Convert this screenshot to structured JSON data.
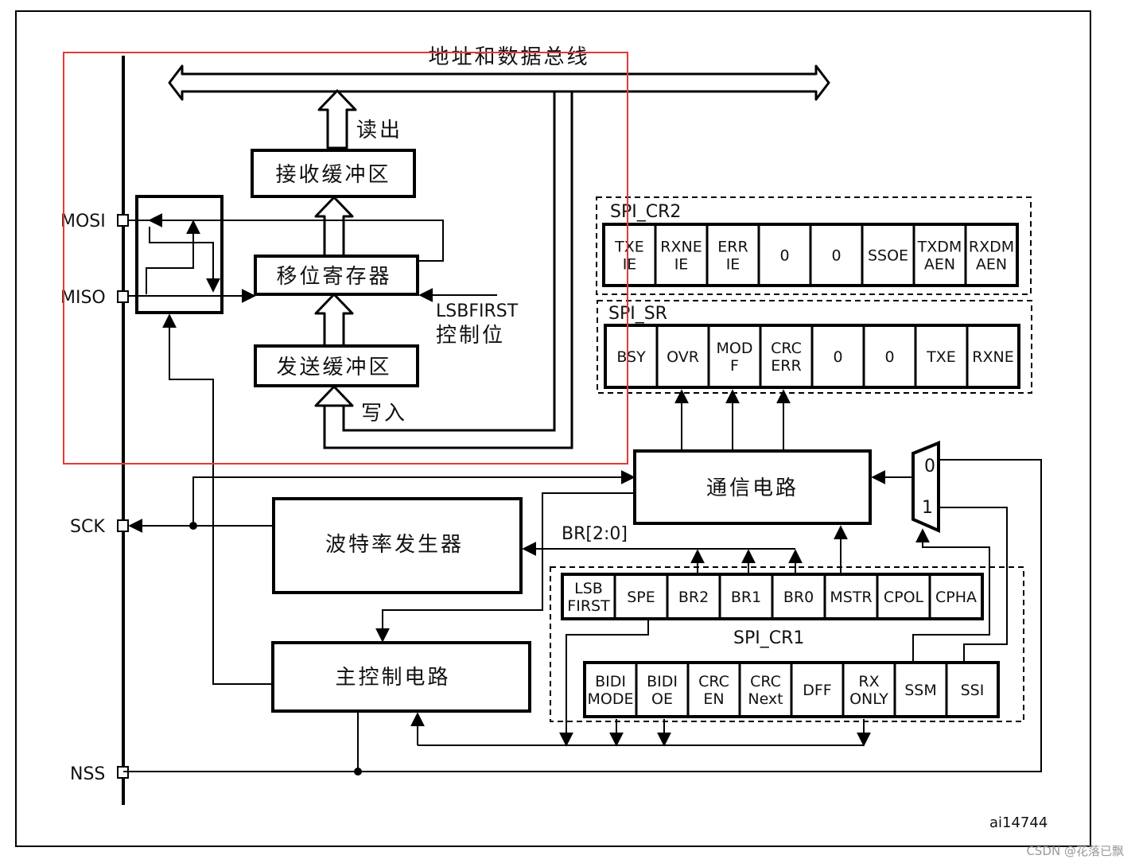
{
  "bus_label": "地址和数据总线",
  "read_label": "读出",
  "write_label": "写入",
  "rx_buffer": "接收缓冲区",
  "shift_register": "移位寄存器",
  "tx_buffer": "发送缓冲区",
  "lsbfirst_line1": "LSBFIRST",
  "lsbfirst_line2": "控制位",
  "pins": {
    "mosi": "MOSI",
    "miso": "MISO",
    "sck": "SCK",
    "nss": "NSS"
  },
  "comm_circuit": "通信电路",
  "baud_generator": "波特率发生器",
  "master_control": "主控制电路",
  "br_label": "BR[2:0]",
  "mux": {
    "in0": "0",
    "in1": "1"
  },
  "spi_cr2": {
    "name": "SPI_CR2",
    "bits": [
      [
        "TXE",
        "IE"
      ],
      [
        "RXNE",
        "IE"
      ],
      [
        "ERR",
        "IE"
      ],
      [
        "0"
      ],
      [
        "0"
      ],
      [
        "SSOE"
      ],
      [
        "TXDM",
        "AEN"
      ],
      [
        "RXDM",
        "AEN"
      ]
    ]
  },
  "spi_sr": {
    "name": "SPI_SR",
    "bits": [
      [
        "BSY"
      ],
      [
        "OVR"
      ],
      [
        "MOD",
        "F"
      ],
      [
        "CRC",
        "ERR"
      ],
      [
        "0"
      ],
      [
        "0"
      ],
      [
        "TXE"
      ],
      [
        "RXNE"
      ]
    ]
  },
  "spi_cr1": {
    "name": "SPI_CR1",
    "row1": [
      [
        "LSB",
        "FIRST"
      ],
      [
        "SPE"
      ],
      [
        "BR2"
      ],
      [
        "BR1"
      ],
      [
        "BR0"
      ],
      [
        "MSTR"
      ],
      [
        "CPOL"
      ],
      [
        "CPHA"
      ]
    ],
    "row2": [
      [
        "BIDI",
        "MODE"
      ],
      [
        "BIDI",
        "OE"
      ],
      [
        "CRC",
        "EN"
      ],
      [
        "CRC",
        "Next"
      ],
      [
        "DFF"
      ],
      [
        "RX",
        "ONLY"
      ],
      [
        "SSM"
      ],
      [
        "SSI"
      ]
    ]
  },
  "figure_id": "ai14744",
  "watermark": "CSDN @花落已飘",
  "colors": {
    "line": "#000000",
    "highlight": "#e53935",
    "background": "#ffffff"
  }
}
